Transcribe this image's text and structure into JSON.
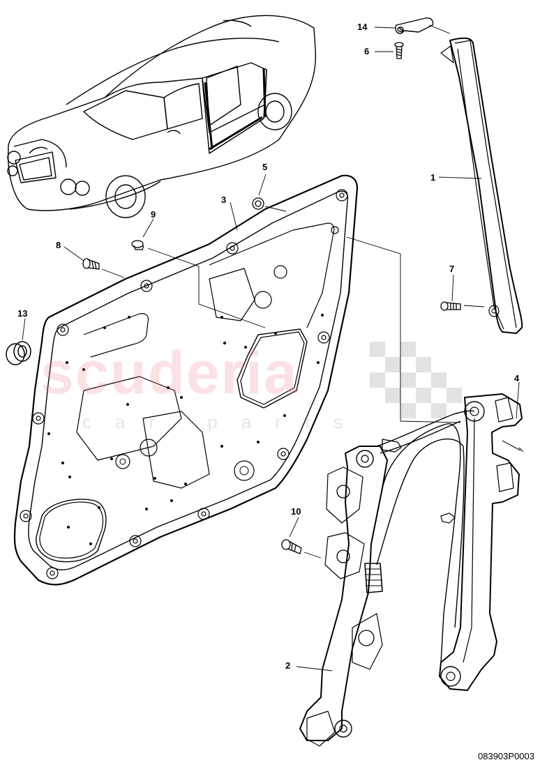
{
  "diagram": {
    "part_numbers": [
      "14",
      "6",
      "1",
      "5",
      "3",
      "9",
      "8",
      "7",
      "13",
      "4",
      "10",
      "2"
    ],
    "drawing_code": "083903P0003",
    "watermark": {
      "brand": "scuderia",
      "sub": "car parts"
    }
  },
  "colors": {
    "line": "#000000",
    "watermark": "#eb7882",
    "checker": "#bdbdbd"
  },
  "components": [
    "car-illustration",
    "door-panel",
    "window-guide-rail",
    "window-regulator",
    "screw",
    "clip",
    "grommet",
    "washer",
    "bracket"
  ]
}
